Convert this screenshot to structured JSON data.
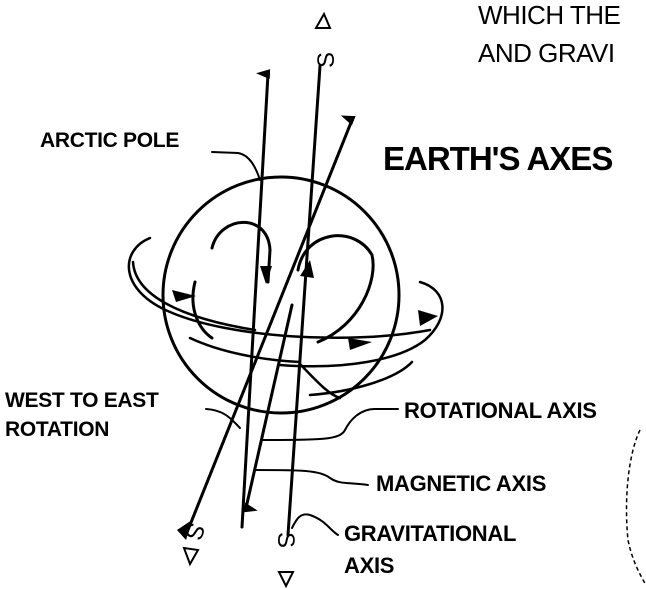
{
  "header": {
    "line1": "WHICH THE",
    "line2": "AND GRAVI"
  },
  "title": "EARTH'S AXES",
  "labels": {
    "arctic_pole": "ARCTIC POLE",
    "west_to_east_line1": "WEST TO EAST",
    "west_to_east_line2": "ROTATION",
    "rotational_axis": "ROTATIONAL AXIS",
    "magnetic_axis": "MAGNETIC AXIS",
    "gravitational_line1": "GRAVITATIONAL",
    "gravitational_line2": "AXIS"
  },
  "pole_markers": {
    "top_magnetic": "S",
    "bottom_magnetic": "S",
    "bottom_gravitational": "S"
  },
  "colors": {
    "ink": "#000000",
    "background": "#ffffff"
  }
}
